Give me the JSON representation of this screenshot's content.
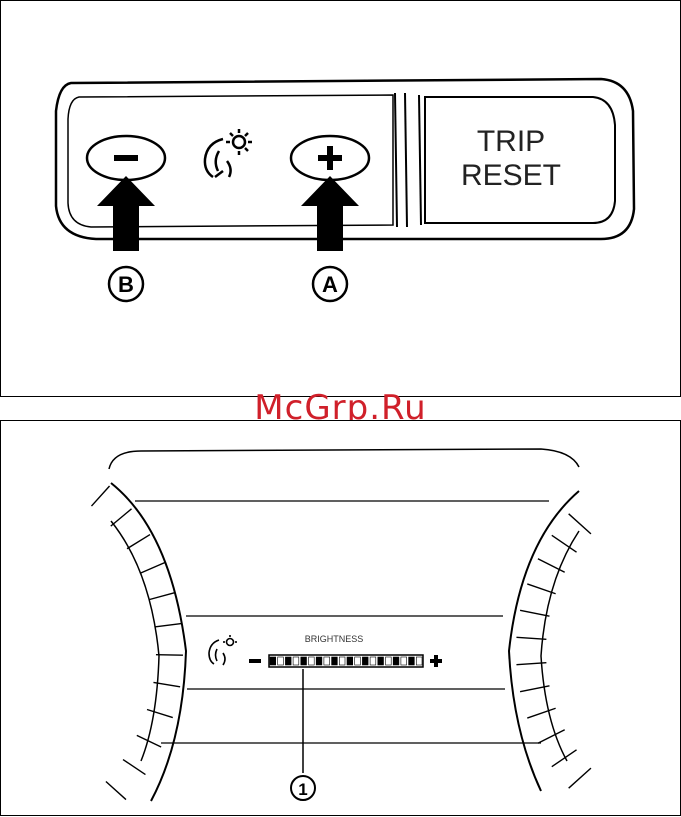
{
  "top_panel": {
    "trip_reset_line1": "TRIP",
    "trip_reset_line2": "RESET",
    "minus_symbol": "−",
    "plus_symbol": "+",
    "callout_a": "A",
    "callout_b": "B",
    "icon_name": "illumination-brightness-icon"
  },
  "watermark": "McGrp.Ru",
  "bottom_panel": {
    "brightness_label": "BRIGHTNESS",
    "minus_symbol": "−",
    "plus_symbol": "+",
    "callout_1": "1",
    "icon_name": "illumination-brightness-icon",
    "brightness_level_segments": 20
  }
}
